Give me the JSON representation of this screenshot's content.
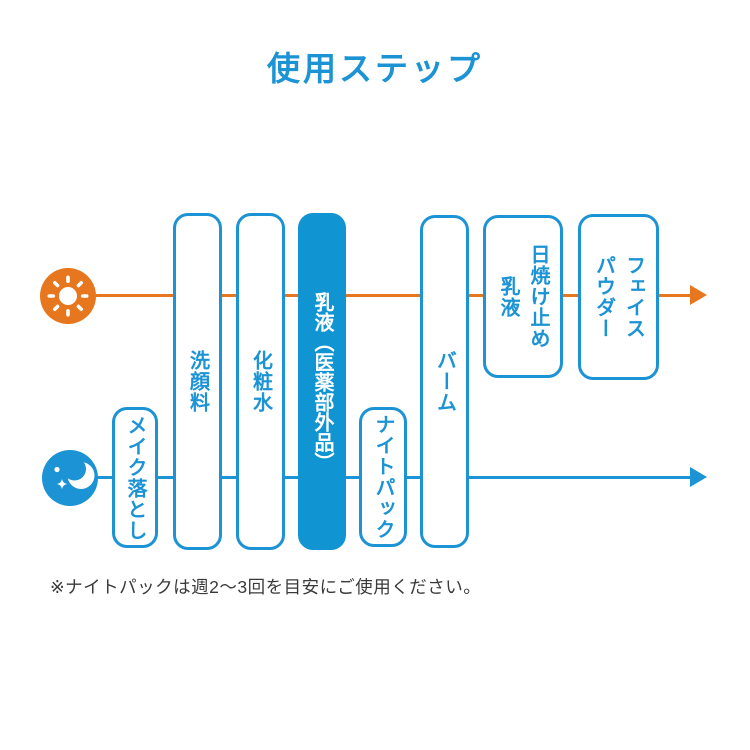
{
  "title": "使用ステップ",
  "note": "※ナイトパックは週2〜3回を目安にご使用ください。",
  "colors": {
    "blue": "#1b93d4",
    "blue_fill": "#1094d2",
    "orange": "#e6771e",
    "note_text": "#3a3a3a"
  },
  "routes": {
    "day": {
      "icon": "sun-icon",
      "color": "#e6771e"
    },
    "night": {
      "icon": "moon-icon",
      "color": "#1b93d4"
    }
  },
  "steps": [
    {
      "id": "makeup-remover",
      "label": "メイク落とし",
      "routes": [
        "night"
      ],
      "filled": false
    },
    {
      "id": "face-wash",
      "label": "洗顔料",
      "routes": [
        "day",
        "night"
      ],
      "filled": false
    },
    {
      "id": "toner",
      "label": "化粧水",
      "routes": [
        "day",
        "night"
      ],
      "filled": false
    },
    {
      "id": "milky-lotion",
      "label": "乳液（医薬部外品）",
      "routes": [
        "day",
        "night"
      ],
      "filled": true
    },
    {
      "id": "night-pack",
      "label": "ナイトパック",
      "routes": [
        "night"
      ],
      "filled": false
    },
    {
      "id": "balm",
      "label": "バーム",
      "routes": [
        "day",
        "night"
      ],
      "filled": false
    },
    {
      "id": "sunscreen-milk",
      "label": "日焼け止め\n乳液",
      "routes": [
        "day"
      ],
      "filled": false
    },
    {
      "id": "face-powder",
      "label": "フェイス\nパウダー",
      "routes": [
        "day"
      ],
      "filled": false
    }
  ]
}
